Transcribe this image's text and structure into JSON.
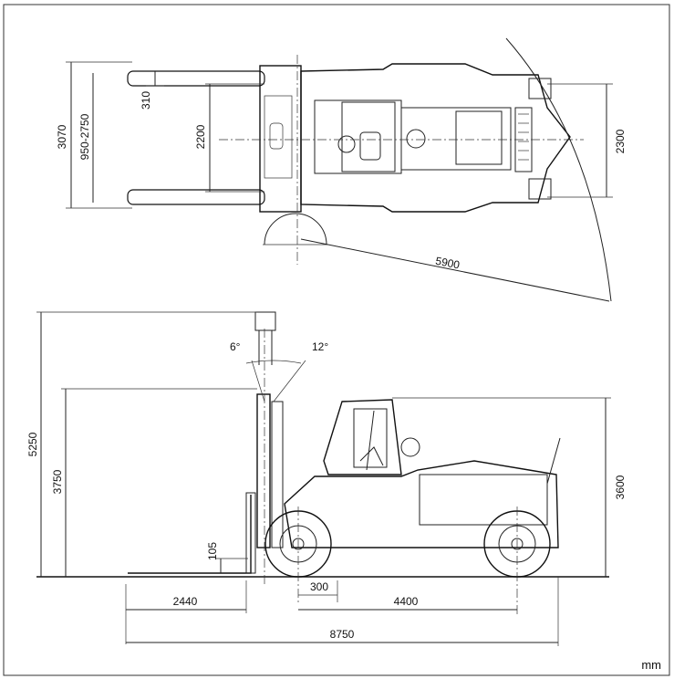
{
  "unit_label": "mm",
  "top_view": {
    "dims": {
      "overall_width": "3070",
      "fork_spread": "950-2750",
      "fork_width": "310",
      "inner_width": "2200",
      "rear_width": "2300",
      "turning_radius": "5900"
    }
  },
  "side_view": {
    "dims": {
      "overall_height_raised": "5250",
      "lift_height": "3750",
      "cab_height": "3600",
      "fork_ground_clearance": "105",
      "tilt_forward": "6°",
      "tilt_backward": "12°",
      "fork_length": "2440",
      "front_overhang": "300",
      "wheelbase": "4400",
      "overall_length": "8750"
    }
  }
}
